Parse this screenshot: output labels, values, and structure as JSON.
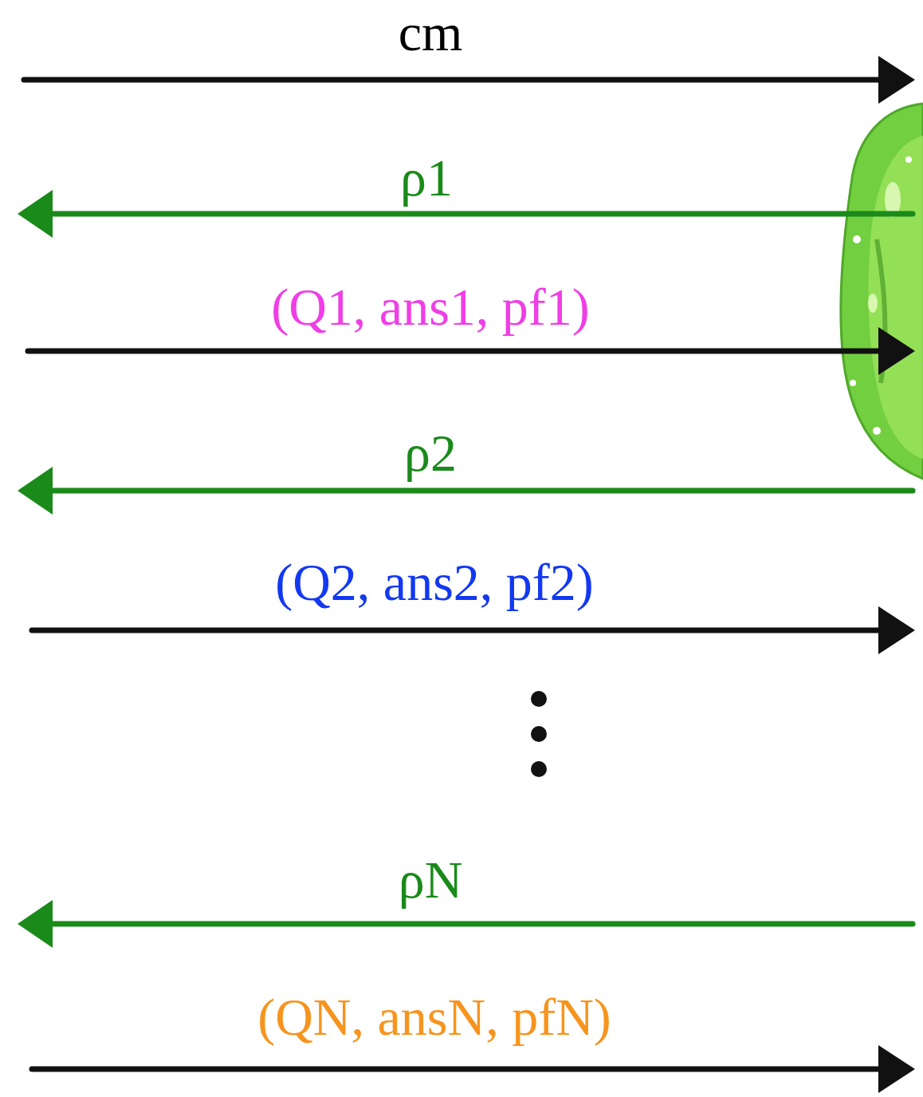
{
  "diagram": {
    "labels": [
      "cm",
      "ρ1",
      "(Q1, ans1, pf1)",
      "ρ2",
      "(Q2, ans2, pf2)",
      "ρN",
      "(QN, ansN, pfN)"
    ]
  }
}
